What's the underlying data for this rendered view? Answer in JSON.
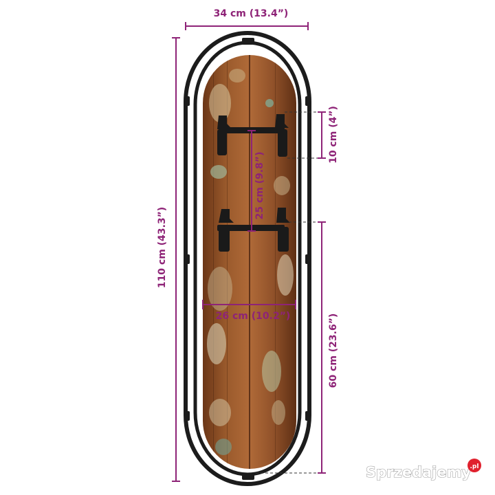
{
  "dimensions": {
    "width_total": "34 cm (13.4”)",
    "height_total": "110 cm (43.3”)",
    "hook_spacing": "25 cm (9.8”)",
    "top_offset": "10 cm (4”)",
    "board_width": "26 cm (10.2”)",
    "bottom_height": "60 cm (23.6”)"
  },
  "watermark": {
    "text": "Sprzedajemy",
    "suffix": ".pl"
  },
  "colors": {
    "dimension": "#8e2377",
    "frame": "#1c1c1c",
    "wood": "#8a4a22",
    "logo_badge": "#e0212e"
  }
}
